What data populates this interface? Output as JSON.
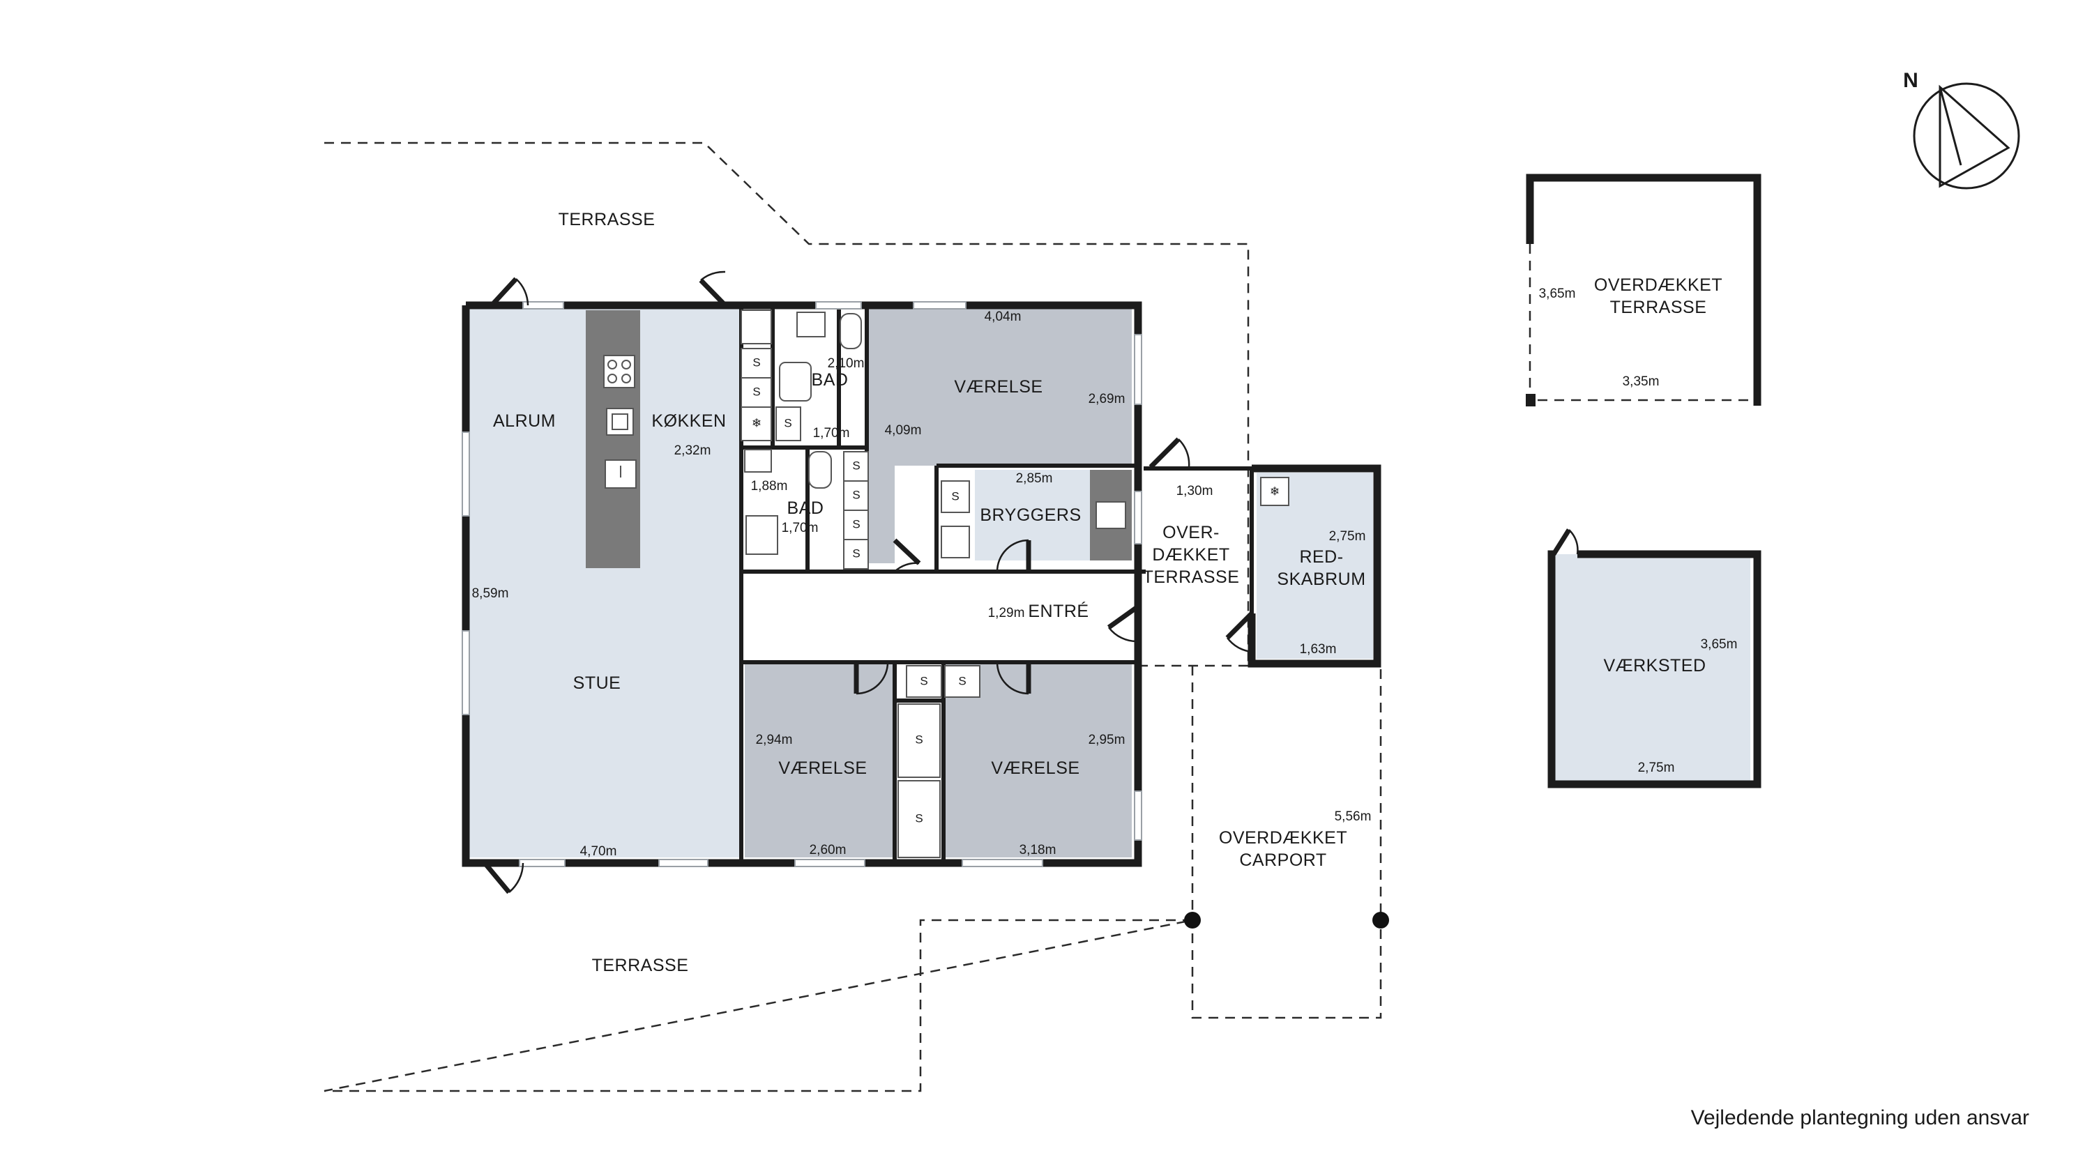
{
  "compass": {
    "label": "N"
  },
  "disclaimer": "Vejledende plantegning uden ansvar",
  "rooms": {
    "terrasse_top": "TERRASSE",
    "terrasse_bottom": "TERRASSE",
    "alrum": "ALRUM",
    "kokken": "KØKKEN",
    "stue": "STUE",
    "bad_1": "BAD",
    "bad_2": "BAD",
    "vaerelse_1": "VÆRELSE",
    "vaerelse_2": "VÆRELSE",
    "vaerelse_3": "VÆRELSE",
    "bryggers": "BRYGGERS",
    "entre": "ENTRÉ",
    "overdaekket_terrasse_1": "OVER-",
    "overdaekket_terrasse_2": "DÆKKET",
    "overdaekket_terrasse_3": "TERRASSE",
    "redskabrum_1": "RED-",
    "redskabrum_2": "SKABRUM",
    "carport_1": "OVERDÆKKET",
    "carport_2": "CARPORT",
    "annex_terrasse_1": "OVERDÆKKET",
    "annex_terrasse_2": "TERRASSE",
    "vaerksted": "VÆRKSTED"
  },
  "dimensions": {
    "kokken_width": "2,32m",
    "stue_length": "8,59m",
    "stue_width": "4,70m",
    "bad1_width": "2,10m",
    "bad1_depth": "1,70m",
    "bad2_width": "1,88m",
    "bad2_depth": "1,70m",
    "hall_length": "4,09m",
    "vaerelse1_width": "4,04m",
    "vaerelse1_depth": "2,69m",
    "bryggers_width": "2,85m",
    "entre_width": "1,29m",
    "vaerelse2_depth": "2,94m",
    "vaerelse2_width": "2,60m",
    "vaerelse3_depth": "2,95m",
    "vaerelse3_width": "3,18m",
    "overd_terrasse_width": "1,30m",
    "redskabrum_depth": "2,75m",
    "redskabrum_width": "1,63m",
    "carport_length": "5,56m",
    "annex_terrasse_depth": "3,65m",
    "annex_terrasse_width": "3,35m",
    "vaerksted_depth": "3,65m",
    "vaerksted_width": "2,75m"
  },
  "closet_marker": "S",
  "colors": {
    "light_room": "#dde4ec",
    "dark_room": "#bfc4cc",
    "kitchen_island": "#7a7a7a",
    "wall": "#1c1c1c"
  }
}
